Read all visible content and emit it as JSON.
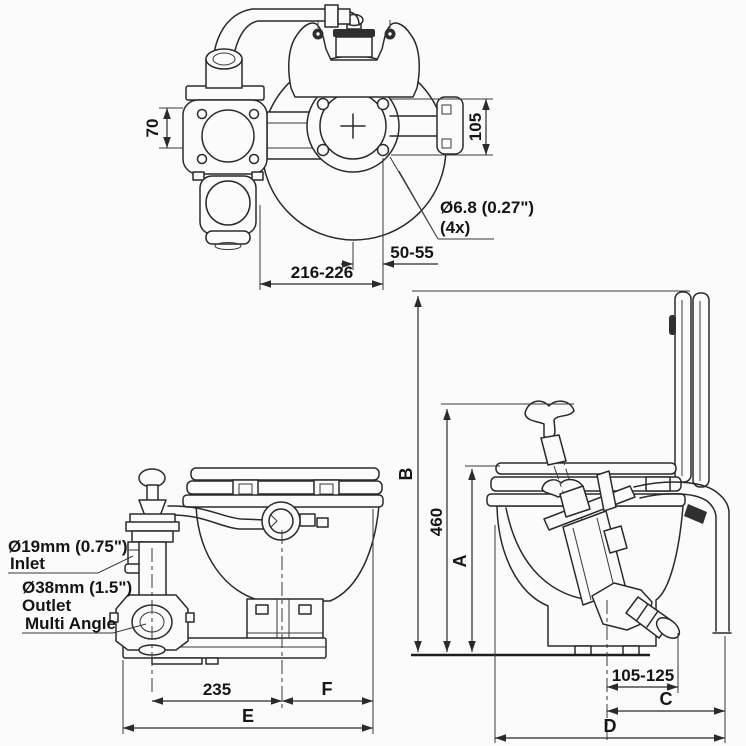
{
  "page": {
    "background": "#fbfbfb",
    "line_color": "#2a2a2a",
    "text_color": "#151515",
    "description": "manual marine toilet dimension drawing, three orthographic views"
  },
  "top_view": {
    "dim_pump_width": "70",
    "dim_hole_spacing_vertical": "105",
    "hole_note_diameter": "Ø6.8 (0.27\")",
    "hole_note_count": "(4x)",
    "dim_center_to_hole": "50-55",
    "dim_pump_to_hole": "216-226"
  },
  "front_view": {
    "inlet_size": "Ø19mm (0.75\")",
    "inlet_word": "Inlet",
    "outlet_size": "Ø38mm (1.5\")",
    "outlet_word": "Outlet",
    "outlet_note": "Multi Angle",
    "dim_pump_to_bowl_center": "235",
    "dim_f": "F",
    "dim_e": "E"
  },
  "side_view": {
    "dim_b": "B",
    "dim_handle_height": "460",
    "dim_a": "A",
    "dim_outlet_offset": "105-125",
    "dim_c": "C",
    "dim_d": "D"
  }
}
